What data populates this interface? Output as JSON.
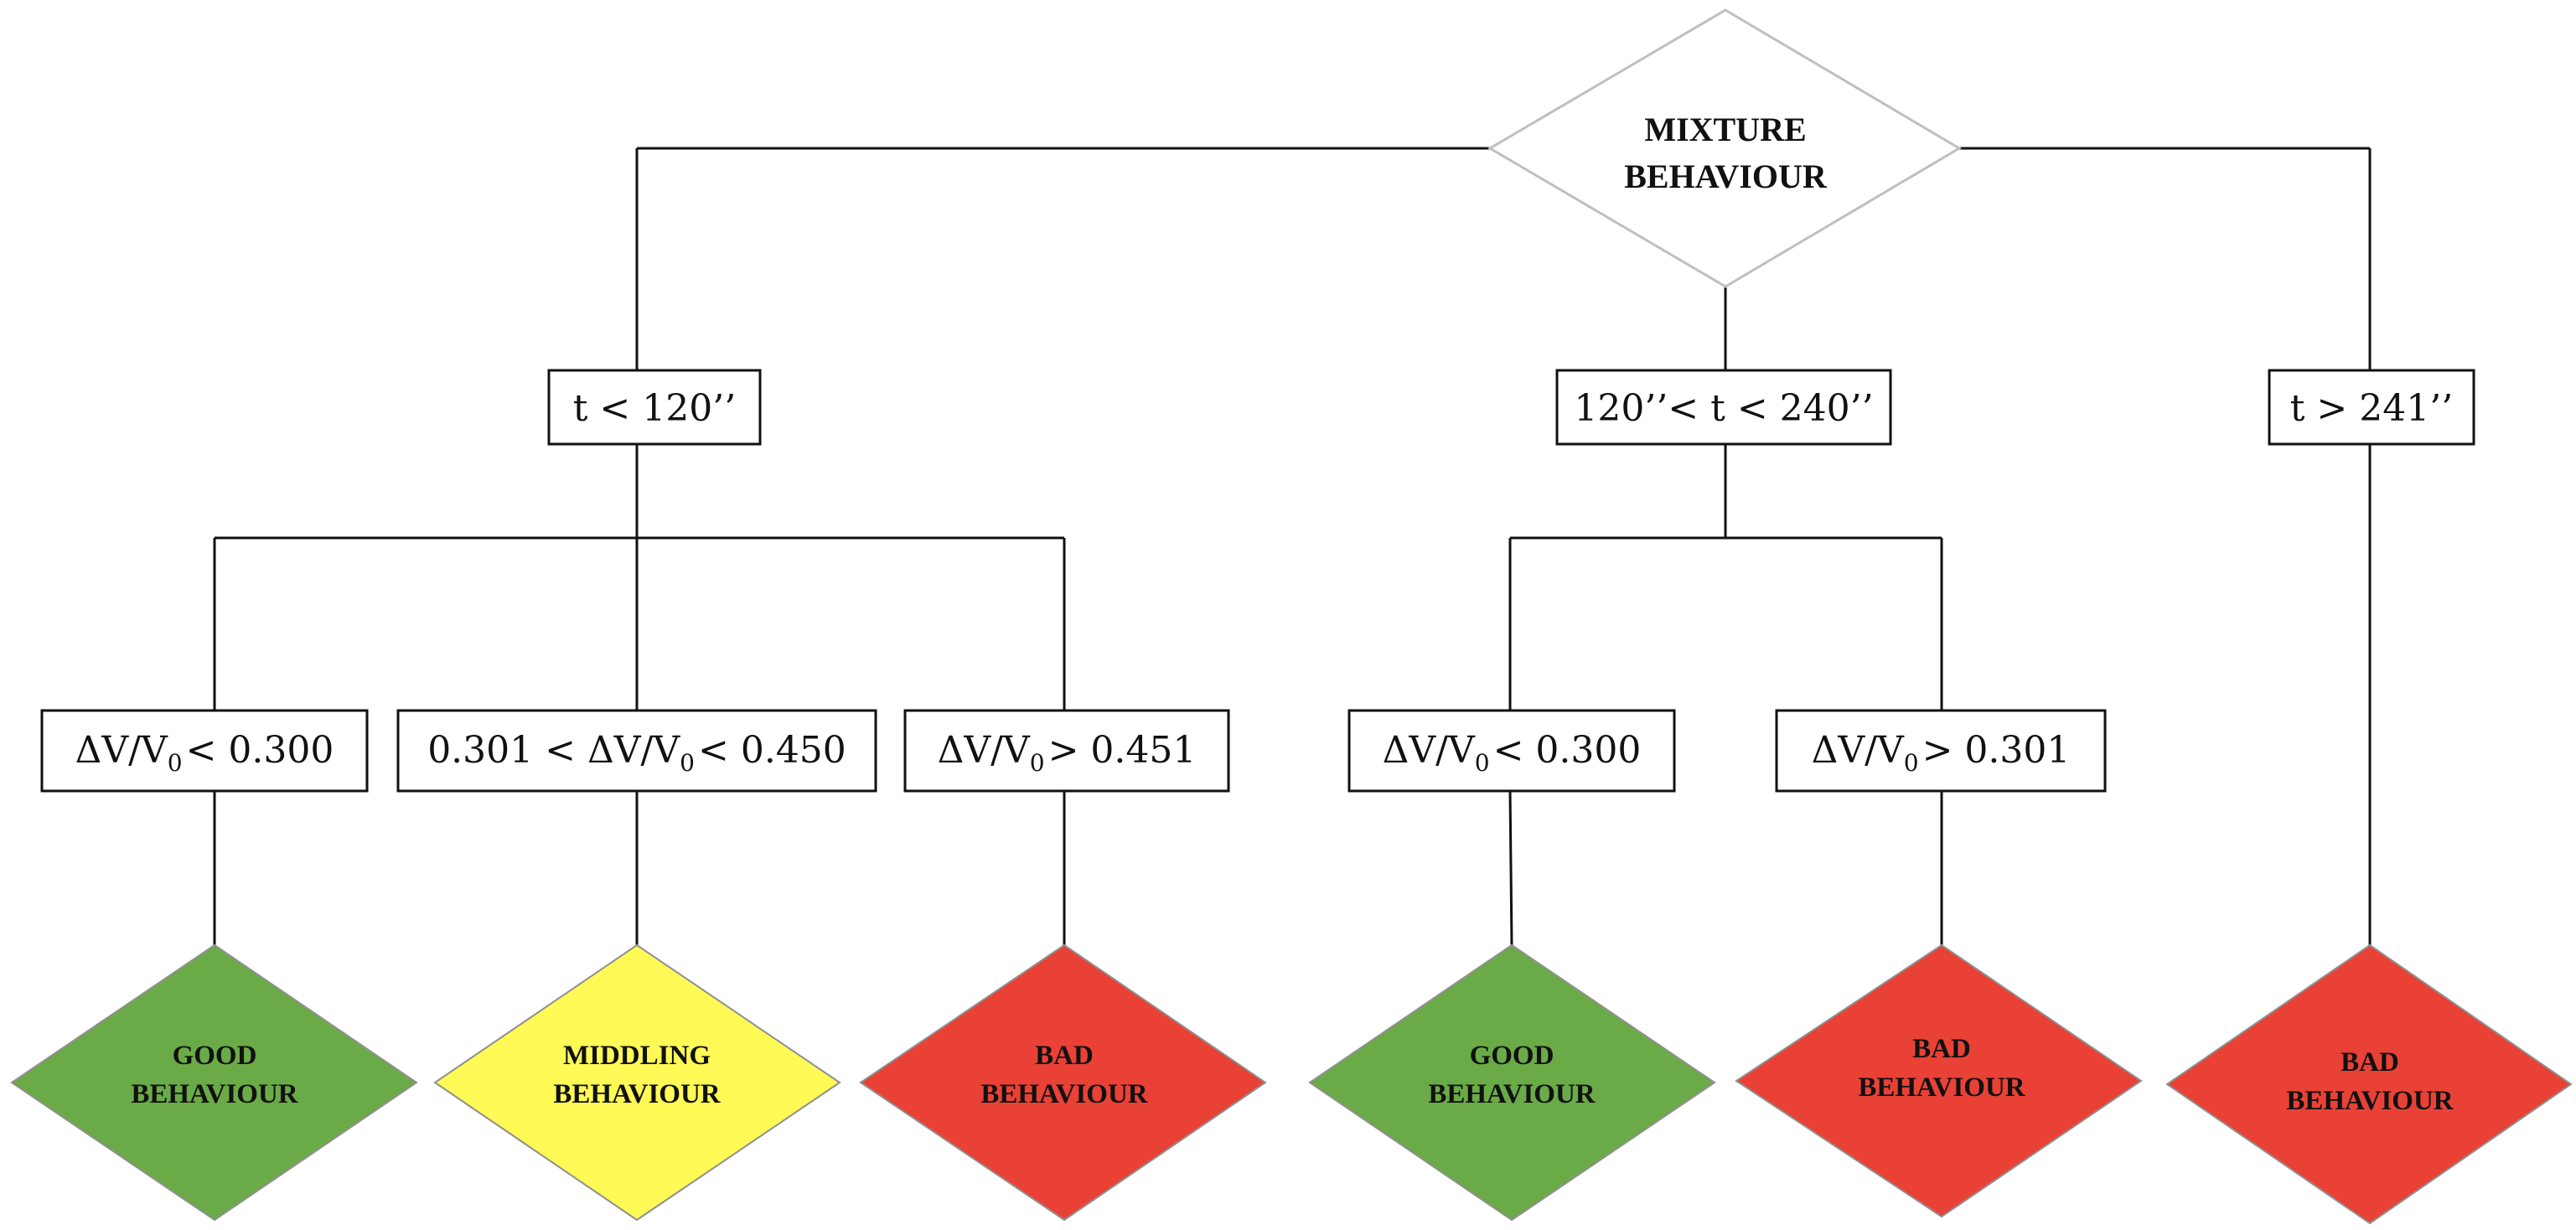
{
  "colors": {
    "good": "#6AAB47",
    "middling": "#FFFA55",
    "bad": "#E94136",
    "line": "#111111",
    "root_border": "#BFBFBF"
  },
  "root": {
    "line1": "MIXTURE",
    "line2": "BEHAVIOUR"
  },
  "time_conditions": {
    "short": "t < 120’’",
    "medium": "120’’< t < 240’’",
    "long": "t > 241’’"
  },
  "volume_conditions": {
    "c1": {
      "pre": "ΔV/V",
      "sub": "0",
      "post": "< 0.300"
    },
    "c2": {
      "pre": "0.301 < ΔV/V",
      "sub": "0",
      "post": "< 0.450"
    },
    "c3": {
      "pre": "ΔV/V",
      "sub": "0",
      "post": "> 0.451"
    },
    "c4": {
      "pre": "ΔV/V",
      "sub": "0",
      "post": "< 0.300"
    },
    "c5": {
      "pre": "ΔV/V",
      "sub": "0",
      "post": "> 0.301"
    }
  },
  "outcomes": {
    "o1": {
      "line1": "GOOD",
      "line2": "BEHAVIOUR",
      "rating": "good"
    },
    "o2": {
      "line1": "MIDDLING",
      "line2": "BEHAVIOUR",
      "rating": "middling"
    },
    "o3": {
      "line1": "BAD",
      "line2": "BEHAVIOUR",
      "rating": "bad"
    },
    "o4": {
      "line1": "GOOD",
      "line2": "BEHAVIOUR",
      "rating": "good"
    },
    "o5": {
      "line1": "BAD",
      "line2": "BEHAVIOUR",
      "rating": "bad"
    },
    "o6": {
      "line1": "BAD",
      "line2": "BEHAVIOUR",
      "rating": "bad"
    }
  }
}
